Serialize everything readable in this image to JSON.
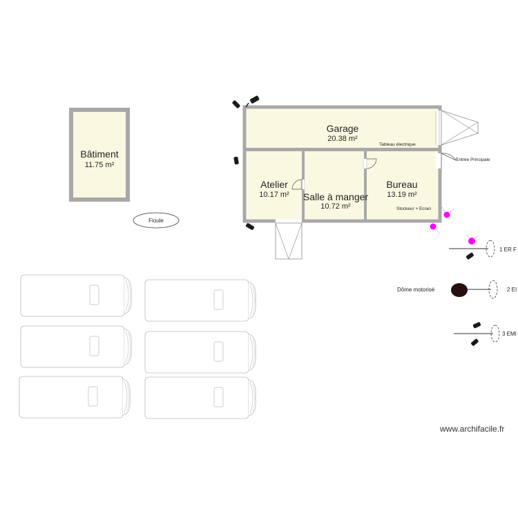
{
  "rooms": {
    "batiment": {
      "name": "Bâtiment",
      "area": "11.75 m²"
    },
    "garage": {
      "name": "Garage",
      "area": "20.38 m²"
    },
    "atelier": {
      "name": "Atelier",
      "area": "10.17 m²"
    },
    "salle": {
      "name": "Salle à manger",
      "area": "10.72 m²"
    },
    "bureau": {
      "name": "Bureau",
      "area": "13.19 m²"
    }
  },
  "notes": {
    "tableau": "Tableau électrique",
    "entree": "Entrée Principale",
    "stockeur": "Stockeur + Ecran",
    "fioule": "Fioule"
  },
  "legend": {
    "item1": "1 ER F",
    "dome": "Dôme motorisé",
    "item2": "2 EI",
    "item3": "3 EMI"
  },
  "watermark": "www.archifacile.fr",
  "colors": {
    "wall": "#a8a8a8",
    "floor": "#fbf8e1",
    "sensor": "#ff00ff",
    "dome": "#2a0f0f"
  }
}
